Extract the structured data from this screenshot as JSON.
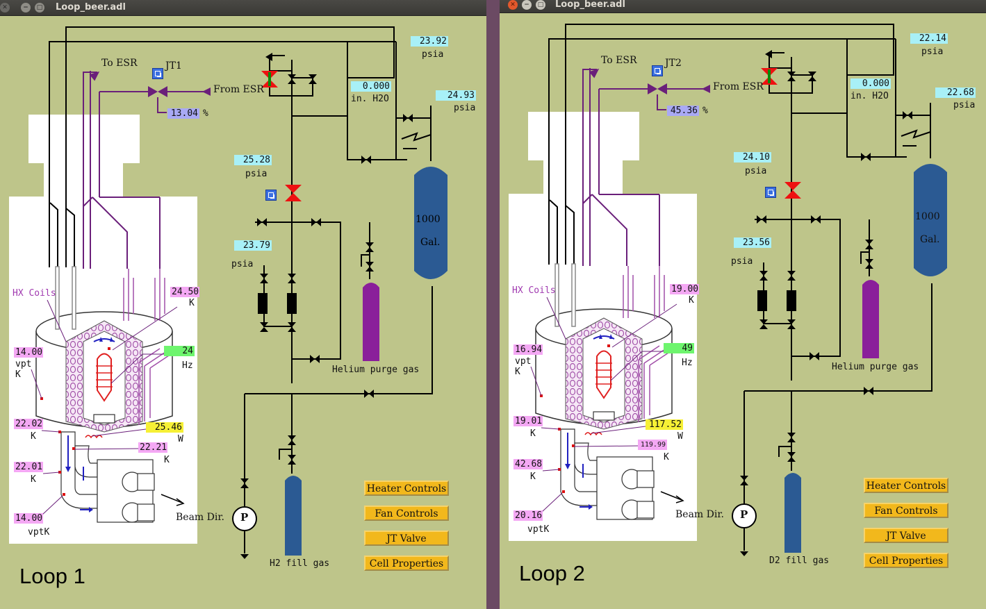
{
  "windows": [
    {
      "title": "Loop_beer.adl",
      "loop_label": "Loop 1",
      "jt_name": "JT1",
      "jt_percent": "13.04",
      "psia_top": "23.92",
      "psia_right": "24.93",
      "in_h2o": "0.000",
      "psia_mid": "25.28",
      "psia_low": "23.79",
      "t_hx": "24.50",
      "hz": "24",
      "vpt_top": "14.00",
      "heater_w": "25.46",
      "t_a": "22.02",
      "t_b": "22.21",
      "t_c": "22.01",
      "vpt_bottom": "14.00",
      "fill_gas": "H2 fill gas"
    },
    {
      "title": "Loop_beer.adl",
      "loop_label": "Loop 2",
      "jt_name": "JT2",
      "jt_percent": "45.36",
      "psia_top": "22.14",
      "psia_right": "22.68",
      "in_h2o": "0.000",
      "psia_mid": "24.10",
      "psia_low": "23.56",
      "t_hx": "19.00",
      "hz": "49",
      "vpt_top": "16.94",
      "heater_w": "117.52",
      "t_a": "19.01",
      "t_b": "119.99",
      "t_c": "42.68",
      "vpt_bottom": "20.16",
      "fill_gas": "D2 fill gas"
    }
  ],
  "labels": {
    "to_esr": "To ESR",
    "from_esr": "From ESR",
    "percent": "%",
    "psia": "psia",
    "in_h2o_unit": "in. H2O",
    "tank": "1000",
    "tank_unit": "Gal.",
    "hx_coils": "HX Coils",
    "k": "K",
    "hz_unit": "Hz",
    "vpt": "vpt",
    "vptk": "vptK",
    "w": "W",
    "beam_dir": "Beam Dir.",
    "pump": "P",
    "helium_purge": "Helium purge gas"
  },
  "buttons": {
    "heater": "Heater Controls",
    "fan": "Fan Controls",
    "jt": "JT Valve",
    "cell": "Cell Properties"
  },
  "colors": {
    "background": "#bec58a",
    "tank_blue": "#2b5a93",
    "purge_purple": "#8a1f9a",
    "valve_red": "#ee1111",
    "line_purple": "#6a1f7a"
  }
}
